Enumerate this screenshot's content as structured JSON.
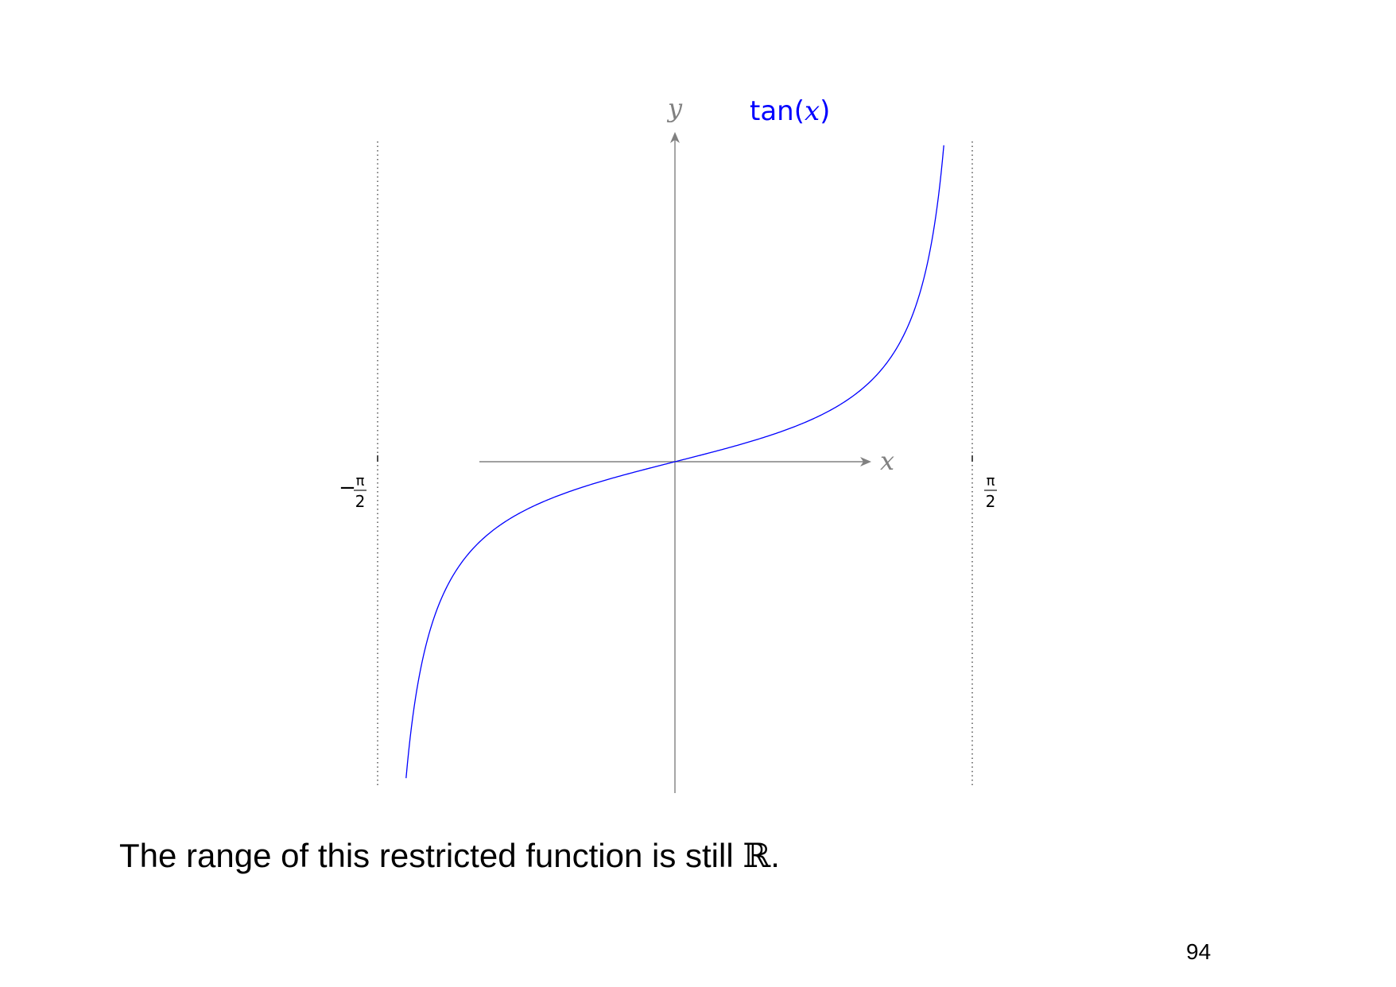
{
  "chart_data": {
    "type": "line",
    "title": "",
    "xlabel": "x",
    "ylabel": "y",
    "xlim": [
      -1.5708,
      1.5708
    ],
    "ylim": [
      -6.8,
      6.8
    ],
    "x_ticks": [
      {
        "value": -1.5708,
        "label_prefix": "−",
        "numerator": "π",
        "denominator": "2"
      },
      {
        "value": 1.5708,
        "label_prefix": "",
        "numerator": "π",
        "denominator": "2"
      }
    ],
    "asymptotes_x": [
      -1.5708,
      1.5708
    ],
    "grid": false,
    "series": [
      {
        "name": "tan(x)",
        "color": "#0000ff",
        "function": "tan",
        "domain": [
          -1.4205,
          1.4205
        ],
        "x": [
          -1.42,
          -1.3,
          -1.2,
          -1.0,
          -0.8,
          -0.6,
          -0.4,
          -0.2,
          0,
          0.2,
          0.4,
          0.6,
          0.8,
          1.0,
          1.2,
          1.3,
          1.42
        ],
        "y": [
          -6.6,
          -3.6,
          -2.57,
          -1.56,
          -1.03,
          -0.68,
          -0.42,
          -0.2,
          0,
          0.2,
          0.42,
          0.68,
          1.03,
          1.56,
          2.57,
          3.6,
          6.6
        ]
      }
    ]
  },
  "legend": {
    "prefix": "tan(",
    "var": "x",
    "suffix": ")"
  },
  "caption": {
    "text": "The range of this restricted function is still ",
    "symbol": "ℝ",
    "end": "."
  },
  "page_number": "94"
}
